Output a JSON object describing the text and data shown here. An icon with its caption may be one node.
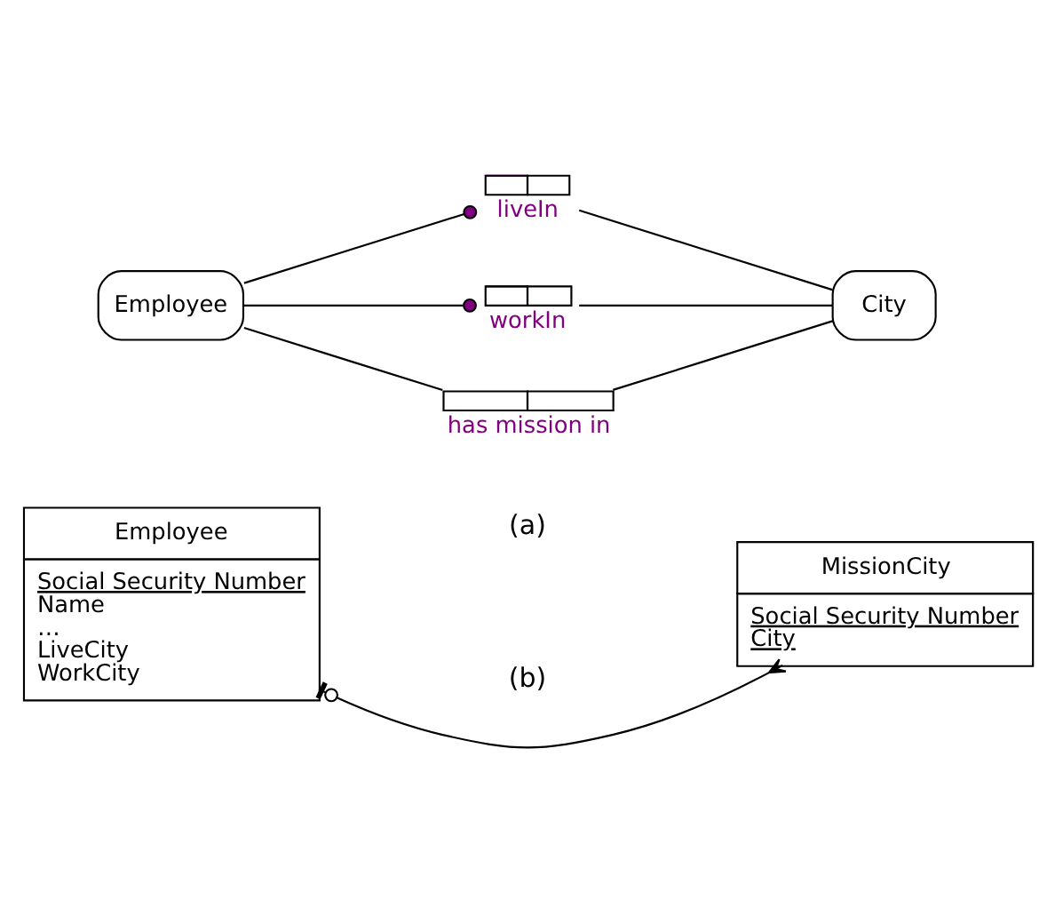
{
  "diagram": {
    "nodes": [
      {
        "text": [
          "Employee"
        ]
      },
      {
        "text": [
          "City"
        ]
      },
      {
        "text": [],
        "shape": "box",
        "beside": [
          "liveIn"
        ]
      },
      {
        "text": [],
        "shape": "box",
        "beside": [
          "workIn"
        ]
      },
      {
        "text": [],
        "shape": "box",
        "beside": [
          "has mission in"
        ]
      },
      {
        "text": [
          "Employee",
          "Social Security Number",
          "Name",
          "…",
          "LiveCity",
          "WorkCity"
        ]
      },
      {
        "text": [
          "MissionCity",
          "Social Security Number",
          "City"
        ]
      }
    ],
    "edges": [
      {
        "from": 0,
        "to": 2,
        "arrow": "other"
      },
      {
        "from": 2,
        "to": 1,
        "arrow": "none"
      },
      {
        "from": 0,
        "to": 3,
        "arrow": "other"
      },
      {
        "from": 3,
        "to": 1,
        "arrow": "none"
      },
      {
        "from": 0,
        "to": 4,
        "arrow": "none"
      },
      {
        "from": 4,
        "to": 1,
        "arrow": "none"
      },
      {
        "from": 5,
        "to": 6,
        "arrow": "other"
      }
    ],
    "labels": [
      "(a)",
      "(b)"
    ]
  }
}
